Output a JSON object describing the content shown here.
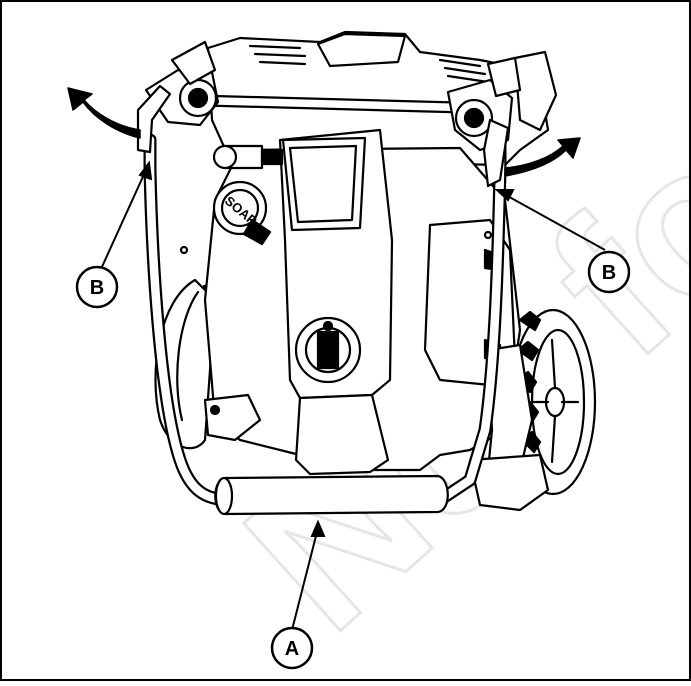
{
  "figure": {
    "title": "",
    "watermark_text": "Not for Reproduction",
    "stroke_color": "#000000",
    "background_color": "#ffffff",
    "watermark_color": "#e6e6e6"
  },
  "callouts": [
    {
      "id": "A",
      "label": "A"
    },
    {
      "id": "B-left",
      "label": "B"
    },
    {
      "id": "B-right",
      "label": "B"
    }
  ],
  "parts": {
    "soap_knob_label": "SOAP"
  },
  "arrows": [
    {
      "id": "left-rotate",
      "direction": "counter-clockwise-up-left"
    },
    {
      "id": "right-rotate",
      "direction": "clockwise-up-right"
    }
  ]
}
